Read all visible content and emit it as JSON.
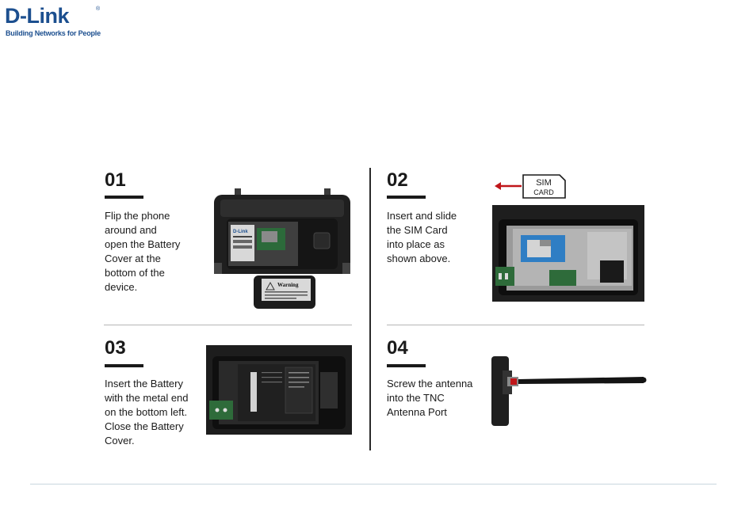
{
  "brand": {
    "name": "D-Link",
    "registered": "®",
    "tagline": "Building Networks for People",
    "color": "#1c4f8f"
  },
  "steps": [
    {
      "number": "01",
      "lines": [
        "Flip the phone",
        "around and",
        "open the Battery",
        "Cover at the",
        "bottom of the",
        "device."
      ]
    },
    {
      "number": "02",
      "lines": [
        "Insert and slide",
        "the SIM Card",
        "into place as",
        "shown above."
      ]
    },
    {
      "number": "03",
      "lines": [
        "Insert the Battery",
        "with the metal end",
        "on the bottom left.",
        "Close the Battery",
        "Cover."
      ]
    },
    {
      "number": "04",
      "lines": [
        "Screw the antenna",
        "into the TNC",
        "Antenna Port"
      ]
    }
  ],
  "photos": {
    "battery_cover_label": "Warning",
    "device_label": "D-Link",
    "sim_card_label_1": "SIM",
    "sim_card_label_2": "CARD",
    "arrow_color": "#c0161a"
  }
}
